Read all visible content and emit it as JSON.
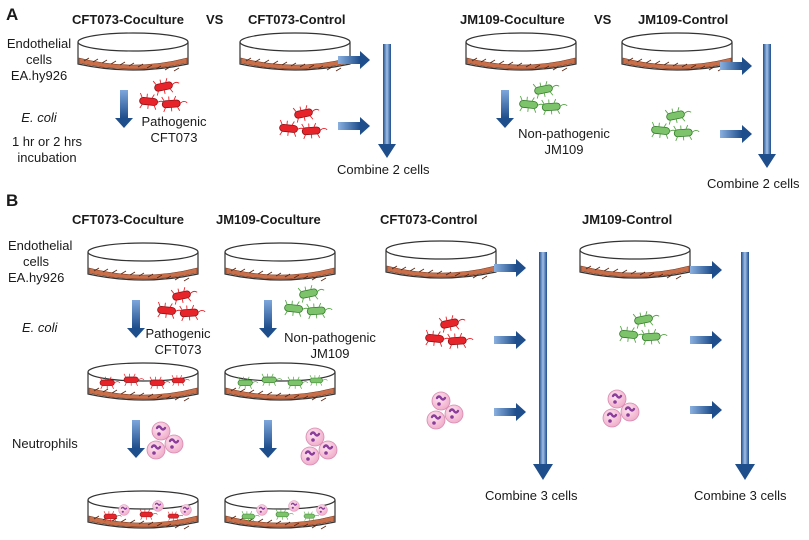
{
  "panels": {
    "a": {
      "letter": "A",
      "headings": {
        "cft_coculture": "CFT073-Coculture",
        "vs1": "VS",
        "cft_control": "CFT073-Control",
        "jm_coculture": "JM109-Coculture",
        "vs2": "VS",
        "jm_control": "JM109-Control"
      },
      "labels": {
        "endothelial_1": "Endothelial",
        "endothelial_2": "cells",
        "endothelial_3": "EA.hy926",
        "ecoli": "E. coli",
        "incubation_1": "1 hr or 2 hrs",
        "incubation_2": "incubation",
        "pathogenic_1": "Pathogenic",
        "pathogenic_2": "CFT073",
        "nonpathogenic_1": "Non-pathogenic",
        "nonpathogenic_2": "JM109",
        "combine_left": "Combine 2 cells",
        "combine_right": "Combine 2 cells"
      }
    },
    "b": {
      "letter": "B",
      "headings": {
        "cft_coculture": "CFT073-Coculture",
        "jm_coculture": "JM109-Coculture",
        "cft_control": "CFT073-Control",
        "jm_control": "JM109-Control"
      },
      "labels": {
        "endothelial_1": "Endothelial",
        "endothelial_2": "cells",
        "endothelial_3": "EA.hy926",
        "ecoli": "E. coli",
        "pathogenic_1": "Pathogenic",
        "pathogenic_2": "CFT073",
        "nonpathogenic_1": "Non-pathogenic",
        "nonpathogenic_2": "JM109",
        "neutrophils": "Neutrophils",
        "combine_left": "Combine 3 cells",
        "combine_right": "Combine 3 cells"
      }
    }
  },
  "colors": {
    "arrow_dark": "#1f4e8c",
    "arrow_light": "#6f9bd6",
    "pathogenic": "#e8242b",
    "nonpathogenic": "#7cc36b",
    "cell_layer": "#c96f4a",
    "neutrophil": "#f6c7dc",
    "nucleus": "#8a3d9a"
  }
}
